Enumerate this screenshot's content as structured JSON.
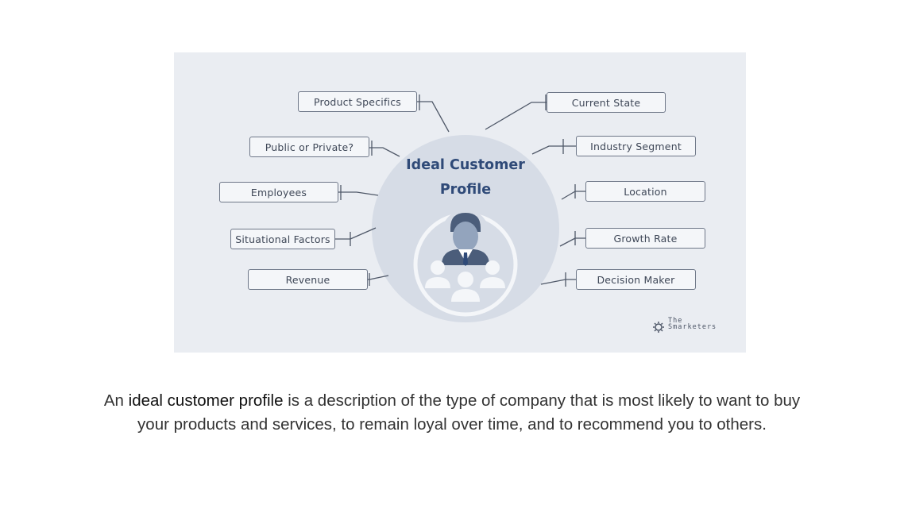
{
  "diagram": {
    "center_title_line1": "Ideal Customer",
    "center_title_line2": "Profile",
    "left_nodes": [
      "Product Specifics",
      "Public or Private?",
      "Employees",
      "Situational Factors",
      "Revenue"
    ],
    "right_nodes": [
      "Current State",
      "Industry Segment",
      "Location",
      "Growth Rate",
      "Decision Maker"
    ],
    "brand_line1": "The",
    "brand_line2": "Smarketers"
  },
  "caption": {
    "prefix": "An ",
    "highlight": "ideal customer profile",
    "line1_rest": " is a description of the type of company that is most likely to want to buy",
    "line2": "your products and services, to remain loyal over time, and to recommend you to others."
  },
  "colors": {
    "panel_bg": "#eaedf2",
    "circle_fill": "#d6dce6",
    "title_color": "#2f4a78",
    "node_border": "#6e7788"
  }
}
